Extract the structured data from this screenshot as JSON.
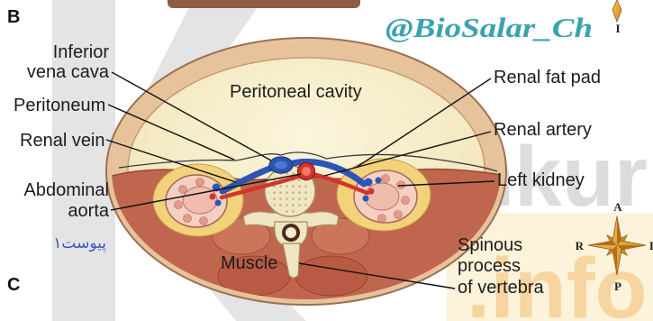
{
  "panel_labels": {
    "upper": "B",
    "lower": "C"
  },
  "watermark": {
    "channel_handle": "@BioSalar_Ch",
    "site_word": "onkur",
    "site_suffix": ".info",
    "note": "پیوست۱"
  },
  "labels": {
    "inferior_vena_cava": [
      "Inferior",
      "vena cava"
    ],
    "peritoneum": "Peritoneum",
    "renal_vein": "Renal vein",
    "abdominal_aorta": [
      "Abdominal",
      "aorta"
    ],
    "peritoneal_cavity": "Peritoneal cavity",
    "renal_fat_pad": "Renal fat pad",
    "renal_artery": "Renal artery",
    "left_kidney": "Left kidney",
    "spinous_process_of_vertebra": [
      "Spinous",
      "process",
      "of vertebra"
    ],
    "muscle": "Muscle"
  },
  "orientation_compass": {
    "anterior": "A",
    "posterior": "P",
    "right": "R",
    "left": "L"
  },
  "top_compass": {
    "inferior": "I"
  },
  "colors": {
    "handle": "#3aa3ae",
    "note": "#3a55c2",
    "vein": "#2d55b5",
    "artery": "#d23528",
    "muscle": "#c1664e",
    "fat": "#f2d27a",
    "compass": "#e7a33a"
  }
}
